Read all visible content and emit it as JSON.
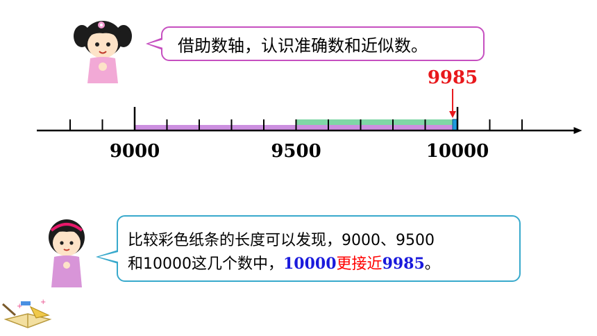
{
  "girl_bubble": {
    "text": "借助数轴，认识准确数和近似数。"
  },
  "number_line": {
    "labels": [
      "9000",
      "9500",
      "10000"
    ],
    "marker_label": "9985",
    "marker_value": 9985,
    "pink_strip": [
      9000,
      10000
    ],
    "green_strip": [
      9500,
      10000
    ],
    "blue_strip": [
      9985,
      10000
    ],
    "tick_interval": 100,
    "axis_range": [
      8800,
      10300
    ],
    "colors": {
      "pink": "#cc8fe0",
      "green": "#7fd6a6",
      "blue": "#1f9bdc",
      "marker": "#e8181c"
    }
  },
  "bottom_bubble": {
    "line1": "比较彩色纸条的长度可以发现，9000、9500",
    "line2_part1": "和10000这几个数中，",
    "line2_highlight_num": "10000",
    "line2_highlight_text": "更接近",
    "line2_num2": "9985",
    "line2_end": "。"
  }
}
